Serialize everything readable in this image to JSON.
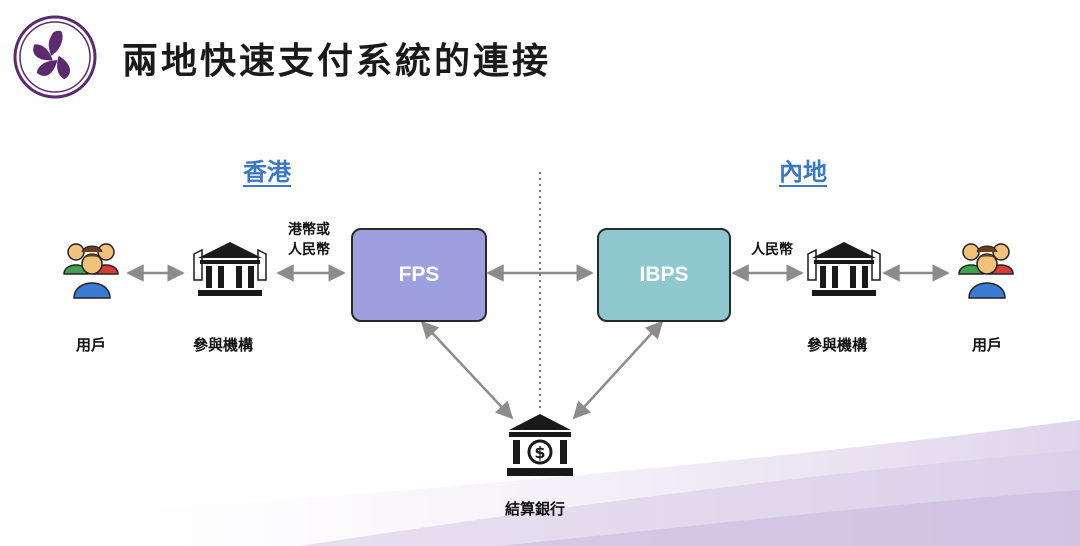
{
  "title": "兩地快速支付系統的連接",
  "regions": {
    "left": "香港",
    "right": "內地"
  },
  "nodes": {
    "user_left": "用戶",
    "participant_left": "參與機構",
    "currency_left_line1": "港幣或",
    "currency_left_line2": "人民幣",
    "fps": "FPS",
    "ibps": "IBPS",
    "currency_right": "人民幣",
    "participant_right": "參與機構",
    "user_right": "用戶",
    "settlement_bank": "結算銀行"
  },
  "icons": {
    "users": "users-group-icon",
    "bank": "bank-building-icon",
    "settlement": "settlement-bank-dollar-icon",
    "logo": "bauhinia-logo-icon"
  },
  "colors": {
    "fps_fill": "#9e9fdf",
    "ibps_fill": "#8fc9cf",
    "region_label": "#3a78c4",
    "arrow": "#8c8c8c",
    "logo_purple": "#5c2a6e"
  }
}
